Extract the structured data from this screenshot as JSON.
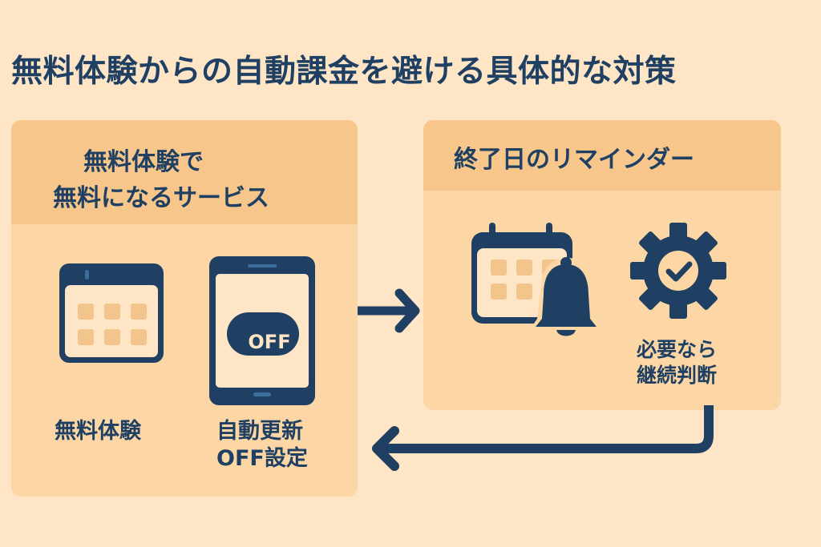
{
  "title": "無料体験からの自動課金を避ける具体的な対策",
  "colors": {
    "background": "#fde5c6",
    "panel": "#fcd6a5",
    "panel_header": "#f6c68b",
    "navy": "#1f4062",
    "icon_cell": "#f3c48b",
    "screen": "#fde5c6"
  },
  "left_panel": {
    "heading_line1": "無料体験で",
    "heading_line2": "無料になるサービス",
    "items": [
      {
        "icon": "calendar-icon",
        "label": "無料体験"
      },
      {
        "icon": "tablet-off-icon",
        "badge": "OFF",
        "label_line1": "自動更新",
        "label_line2": "OFF設定"
      }
    ]
  },
  "right_panel": {
    "heading": "終了日のリマインダー",
    "items": [
      {
        "icon": "calendar-bell-icon"
      },
      {
        "icon": "gear-check-icon",
        "label_line1": "必要なら",
        "label_line2": "継続判断"
      }
    ]
  },
  "arrows": [
    {
      "name": "arrow-right-icon",
      "from": "left_panel",
      "to": "right_panel"
    },
    {
      "name": "arrow-return-icon",
      "from": "right_panel",
      "to": "left_panel"
    }
  ]
}
